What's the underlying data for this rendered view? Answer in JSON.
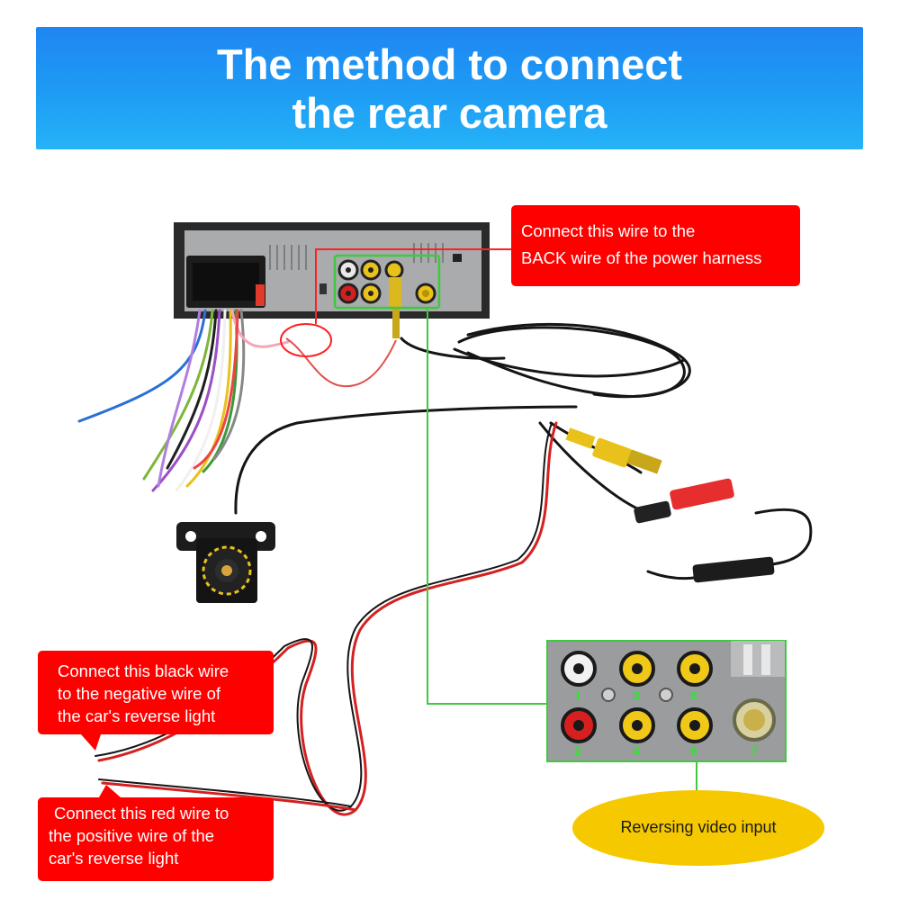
{
  "header": {
    "title_line1": "The method to connect",
    "title_line2": "the rear camera"
  },
  "callouts": {
    "back_wire": {
      "line1": "Connect this wire to the",
      "line2": "BACK wire of the power harness"
    },
    "black_wire": {
      "line1": "Connect this black wire",
      "line2": "to the negative wire of",
      "line3": "the car's reverse light"
    },
    "red_wire": {
      "line1": "Connect this red wire to",
      "line2": "the positive wire of the",
      "line3": "car's reverse light"
    }
  },
  "port_detail": {
    "numbers": [
      "1",
      "2",
      "3",
      "4",
      "5",
      "6",
      "7"
    ],
    "label": "Reversing video input"
  },
  "colors": {
    "banner": "#1e90f3",
    "callout": "#ff0000",
    "highlight_box": "#3ec93e",
    "ellipse": "#f5c800"
  }
}
